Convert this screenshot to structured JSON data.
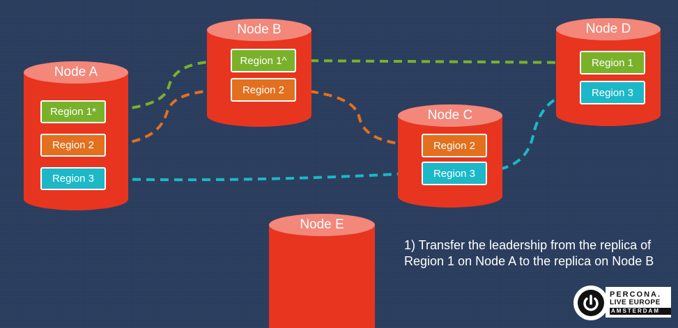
{
  "colors": {
    "background": "#2b3d5e",
    "node_body": "#e8351f",
    "node_top": "#f2877a",
    "region_1": "#7ab12b",
    "region_2": "#e2701f",
    "region_3": "#1cb8c8"
  },
  "nodes": {
    "a": {
      "label": "Node A",
      "regions": [
        "Region 1*",
        "Region 2",
        "Region 3"
      ]
    },
    "b": {
      "label": "Node B",
      "regions": [
        "Region 1^",
        "Region 2"
      ]
    },
    "c": {
      "label": "Node C",
      "regions": [
        "Region 2",
        "Region 3"
      ]
    },
    "d": {
      "label": "Node D",
      "regions": [
        "Region 1",
        "Region 3"
      ]
    },
    "e": {
      "label": "Node E",
      "regions": []
    }
  },
  "links": [
    {
      "name": "region-1-link",
      "color": "#7ab12b"
    },
    {
      "name": "region-2-link",
      "color": "#e2701f"
    },
    {
      "name": "region-3-link",
      "color": "#1cb8c8"
    }
  ],
  "caption": "1) Transfer the leadership from the replica of Region 1 on Node A to the replica on Node B",
  "logo": {
    "line1": "PERCONA.",
    "line2": "LIVE EUROPE",
    "line3": "AMSTERDAM",
    "icon": "power-icon"
  }
}
